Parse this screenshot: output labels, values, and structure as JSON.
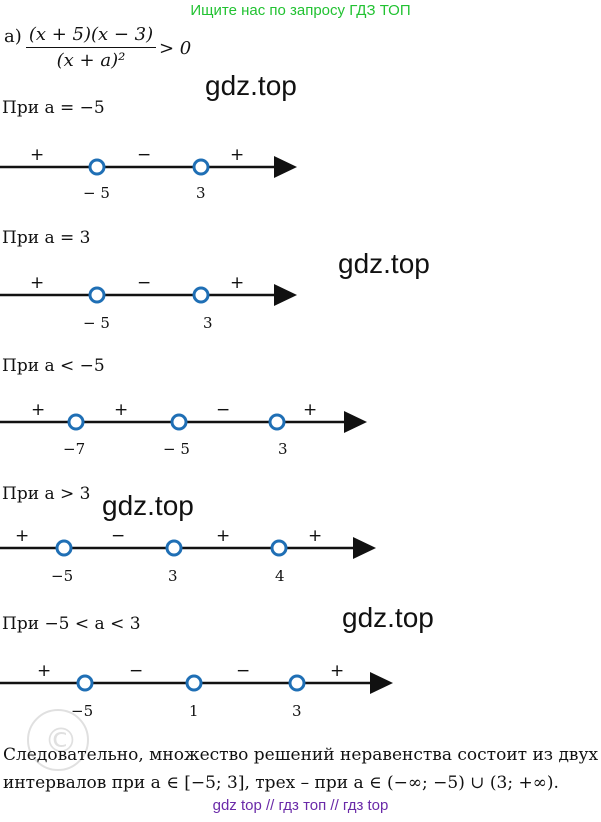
{
  "banner": "Ищите нас по запросу ГДЗ ТОП",
  "task": {
    "label": "а)",
    "numerator": "(x + 5)(x − 3)",
    "denominator": "(x + a)²",
    "relation": "> 0"
  },
  "watermark": "gdz.top",
  "cases": [
    {
      "label": "При a = −5",
      "points": [
        "− 5",
        "3"
      ],
      "signs": [
        "+",
        "−",
        "+"
      ]
    },
    {
      "label": "При a = 3",
      "points": [
        "− 5",
        "3"
      ],
      "signs": [
        "+",
        "−",
        "+"
      ]
    },
    {
      "label": "При a < −5",
      "points": [
        "−7",
        "− 5",
        "3"
      ],
      "signs": [
        "+",
        "+",
        "−",
        "+"
      ]
    },
    {
      "label": "При a > 3",
      "points": [
        "−5",
        "3",
        "4"
      ],
      "signs": [
        "+",
        "−",
        "+",
        "+"
      ]
    },
    {
      "label": "При −5 < a < 3",
      "points": [
        "−5",
        "1",
        "3"
      ],
      "signs": [
        "+",
        "−",
        "−",
        "+"
      ]
    }
  ],
  "conclusion": {
    "line1": "Следовательно, множество решений неравенства состоит из двух",
    "line2": "интервалов при a ∈ [−5; 3], трех – при a ∈ (−∞; −5) ∪ (3; +∞)."
  },
  "footer_links": "gdz top  //  гдз топ  //  гдз top",
  "colors": {
    "banner": "#22c232",
    "point_stroke": "#1f6fb5",
    "footer": "#6a2aa8"
  }
}
